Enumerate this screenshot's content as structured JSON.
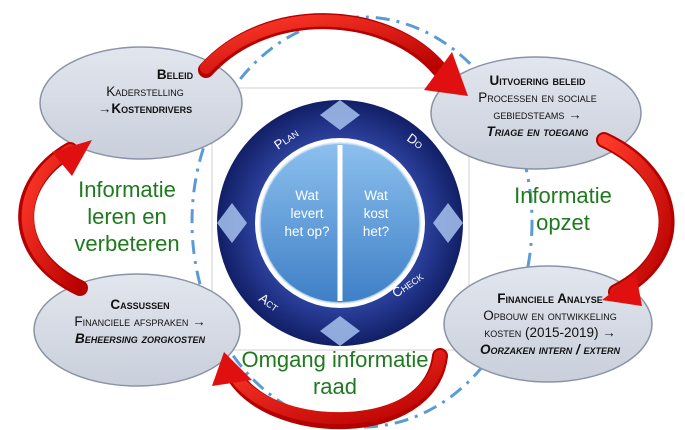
{
  "cycle": {
    "plan": "Plan",
    "do": "Do",
    "check": "Check",
    "act": "Act",
    "center_left": [
      "Wat",
      "levert",
      "het op?"
    ],
    "center_right": [
      "Wat",
      "kost",
      "het?"
    ]
  },
  "nodes": {
    "beleid": {
      "title": "Beleid",
      "line1": "Kaderstelling",
      "line2": "→Kostendrivers"
    },
    "uitvoering": {
      "title": "Uitvoering beleid",
      "line1": "Processen en sociale",
      "line2": "gebiedsteams →",
      "line3": "Triage en toegang"
    },
    "financiele": {
      "title": "Financiele Analyse",
      "line1": "Opbouw en ontwikkeling",
      "line2": "kosten (2015-2019) →",
      "line3": "Oorzaken intern / extern"
    },
    "cassussen": {
      "title": "Cassussen",
      "line1": "Financiele afspraken →",
      "line2": "Beheersing zorgkosten"
    }
  },
  "labels": {
    "left": [
      "Informatie",
      "leren en",
      "verbeteren"
    ],
    "right": [
      "Informatie",
      "opzet"
    ],
    "bottom": [
      "Omgang informatie",
      "raad"
    ]
  },
  "colors": {
    "ring": "#1a2a7a",
    "center": "#5b9bd5",
    "oval_fill": "#d6dbe5",
    "oval_stroke": "#8a93a6",
    "arrow_red": "#e01010",
    "dash": "#5b9bd5",
    "label_green": "#1f7a1f"
  }
}
